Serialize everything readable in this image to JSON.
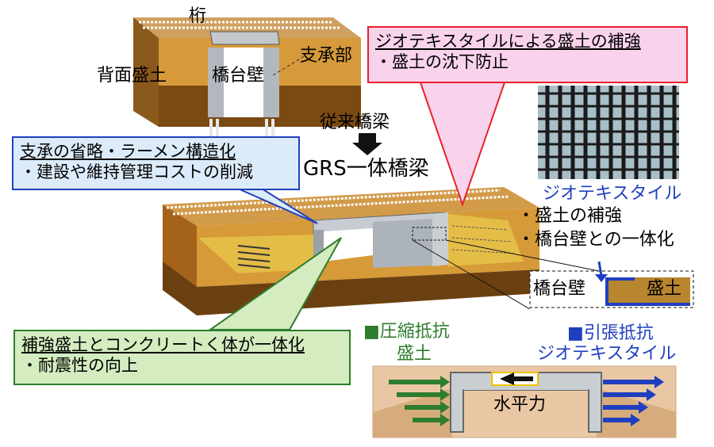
{
  "top_bridge": {
    "label_girder": "桁",
    "label_backfill": "背面盛土",
    "label_abutment": "橋台壁",
    "label_bearing": "支承部",
    "caption": "従来橋梁"
  },
  "main_title": "GRS一体橋梁",
  "callout_geotextile": {
    "title": "ジオテキスタイルによる盛土の補強",
    "bullet": "・盛土の沈下防止"
  },
  "callout_rigid": {
    "title": "支承の省略・ラーメン構造化",
    "bullet": "・建設や維持管理コストの削減"
  },
  "callout_integral": {
    "title": "補強盛土とコンクリートく体が一体化",
    "bullet": "・耐震性の向上"
  },
  "geotextile_info": {
    "title": "ジオテキスタイル",
    "bullet1": "・盛土の補強",
    "bullet2": "・橋台壁との一体化"
  },
  "detail": {
    "abutment": "橋台壁",
    "fill": "盛土"
  },
  "bottom": {
    "compression_title": "■圧縮抵抗",
    "compression_sub": "盛土",
    "tension_title": "■引張抵抗",
    "tension_sub": "ジオテキスタイル",
    "horizontal_force": "水平力"
  },
  "colors": {
    "red": "#e8202a",
    "pink_fill": "#f9d3ec",
    "blue": "#1f3fbf",
    "blue_fill": "#dcebf9",
    "green": "#2e7d2e",
    "green_fill": "#d4ecc0",
    "soil": "#d99a3a",
    "soil_dark": "#7a4d12",
    "concrete": "#b9bfc6"
  }
}
